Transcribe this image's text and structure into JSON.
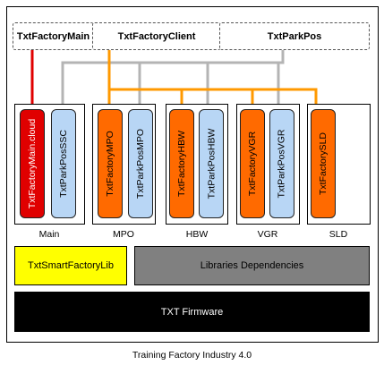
{
  "modules": {
    "factory_main": "TxtFactoryMain",
    "factory_client": "TxtFactoryClient",
    "park_pos": "TxtParkPos"
  },
  "groups": {
    "main": {
      "label": "Main",
      "components": [
        "TxtFactoryMain.cloud",
        "TxtParkPosSSC"
      ]
    },
    "mpo": {
      "label": "MPO",
      "components": [
        "TxtFactoryMPO",
        "TxtParkPosMPO"
      ]
    },
    "hbw": {
      "label": "HBW",
      "components": [
        "TxtFactoryHBW",
        "TxtParkPosHBW"
      ]
    },
    "vgr": {
      "label": "VGR",
      "components": [
        "TxtFactoryVGR",
        "TxtParkPosVGR"
      ]
    },
    "sld": {
      "label": "SLD",
      "components": [
        "TxtFactorySLD"
      ]
    }
  },
  "libraries": {
    "smart_factory_lib": "TxtSmartFactoryLib",
    "dependencies": "Libraries Dependencies"
  },
  "firmware": "TXT Firmware",
  "caption": "Training Factory Industry 4.0",
  "colors": {
    "main_component": "#e00000",
    "factory_component": "#ff6a00",
    "parkpos_component": "#b8d6f5",
    "smart_factory_lib": "#ffff00",
    "dependencies": "#808080",
    "firmware": "#000000",
    "main_link": "#e00000",
    "client_link": "#ff9900",
    "parkpos_link": "#b0b0b0"
  }
}
